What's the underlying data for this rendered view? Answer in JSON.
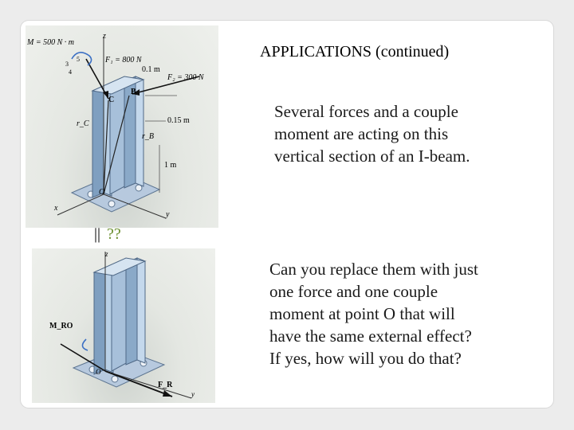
{
  "slide": {
    "title_bold": "APPLICATIONS",
    "title_rest": " (continued)",
    "paragraph1": [
      "Several forces and a couple",
      "moment are acting on this",
      "vertical section of an I-beam."
    ],
    "equals_sign": "||",
    "question_marks": "??",
    "paragraph2": [
      "Can you replace them with just",
      "one force and one couple",
      "moment at point O that will",
      "have the same external effect?",
      "If yes, how will you do that?"
    ]
  },
  "figure_top": {
    "labels": {
      "moment": "M = 500 N · m",
      "f1": "F₁ = 800 N",
      "f2": "F₂ = 300 N",
      "dist_01": "0.1 m",
      "dist_015": "0.15 m",
      "dist_1": "1 m",
      "z": "z",
      "x": "x",
      "y": "y",
      "c": "C",
      "b": "B",
      "o": "O",
      "rc": "r_C",
      "rb": "r_B",
      "n3": "3",
      "n4": "4",
      "n5": "5"
    },
    "colors": {
      "beam": "#9dbbd8",
      "beam_dark": "#6e8fb0",
      "base": "#b7c9de"
    }
  },
  "figure_bottom": {
    "labels": {
      "z": "z",
      "moment": "M_RO",
      "force": "F_R",
      "o": "O",
      "y": "y"
    }
  }
}
